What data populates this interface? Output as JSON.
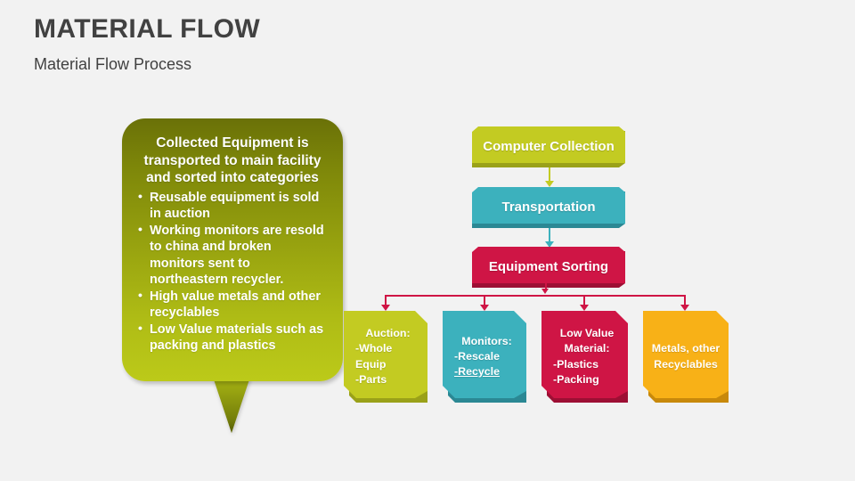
{
  "header": {
    "title": "MATERIAL FLOW",
    "subtitle": "Material Flow Process",
    "title_color": "#414141"
  },
  "callout": {
    "heading": "Collected Equipment is transported to main facility and sorted into categories",
    "bullets": [
      "Reusable equipment is sold in auction",
      "Working monitors are resold to china and  broken monitors sent to northeastern recycler.",
      "High  value metals and other recyclables",
      "Low Value materials such as packing and plastics"
    ],
    "gradient_top": "#6a7108",
    "gradient_bottom": "#bcca19"
  },
  "colors": {
    "background": "#f2f2f2",
    "yellow_green": "#c3cb22",
    "yellow_green_dark": "#a8af1b",
    "teal": "#3cb1bd",
    "teal_dark": "#2f97a3",
    "crimson": "#cf1545",
    "crimson_dark": "#a90f36",
    "orange": "#f8b117",
    "orange_dark": "#d8930a"
  },
  "flow": {
    "stages": [
      {
        "id": "computer-collection",
        "label": "Computer Collection",
        "color": "#c3cb22",
        "shadow": "#9aa119"
      },
      {
        "id": "transportation",
        "label": "Transportation",
        "color": "#3cb1bd",
        "shadow": "#2b8894"
      },
      {
        "id": "equipment-sorting",
        "label": "Equipment Sorting",
        "color": "#cf1545",
        "shadow": "#9d0f34"
      }
    ],
    "connectors": [
      {
        "id": "arrow-collection-to-transportation",
        "color": "#c3cb22"
      },
      {
        "id": "arrow-transportation-to-sorting",
        "color": "#3cb1bd"
      },
      {
        "id": "arrow-sorting-to-categories",
        "color": "#cf1545"
      }
    ],
    "categories": [
      {
        "id": "auction",
        "title": "Auction:",
        "items": [
          "-Whole Equip",
          "-Parts"
        ],
        "color": "#c3cb22",
        "shadow": "#9aa119",
        "underline_item": ""
      },
      {
        "id": "monitors",
        "title": "Monitors:",
        "items": [
          "-Rescale",
          "-Recycle"
        ],
        "color": "#3cb1bd",
        "shadow": "#2b8894",
        "underline_item": "-Recycle"
      },
      {
        "id": "lowvalue",
        "title": "Low Value Material:",
        "items": [
          "-Plastics",
          "-Packing"
        ],
        "color": "#cf1545",
        "shadow": "#9d0f34",
        "underline_item": ""
      },
      {
        "id": "metals",
        "title": "Metals, other Recyclables",
        "items": [],
        "color": "#f8b117",
        "shadow": "#c8890b",
        "underline_item": ""
      }
    ]
  }
}
